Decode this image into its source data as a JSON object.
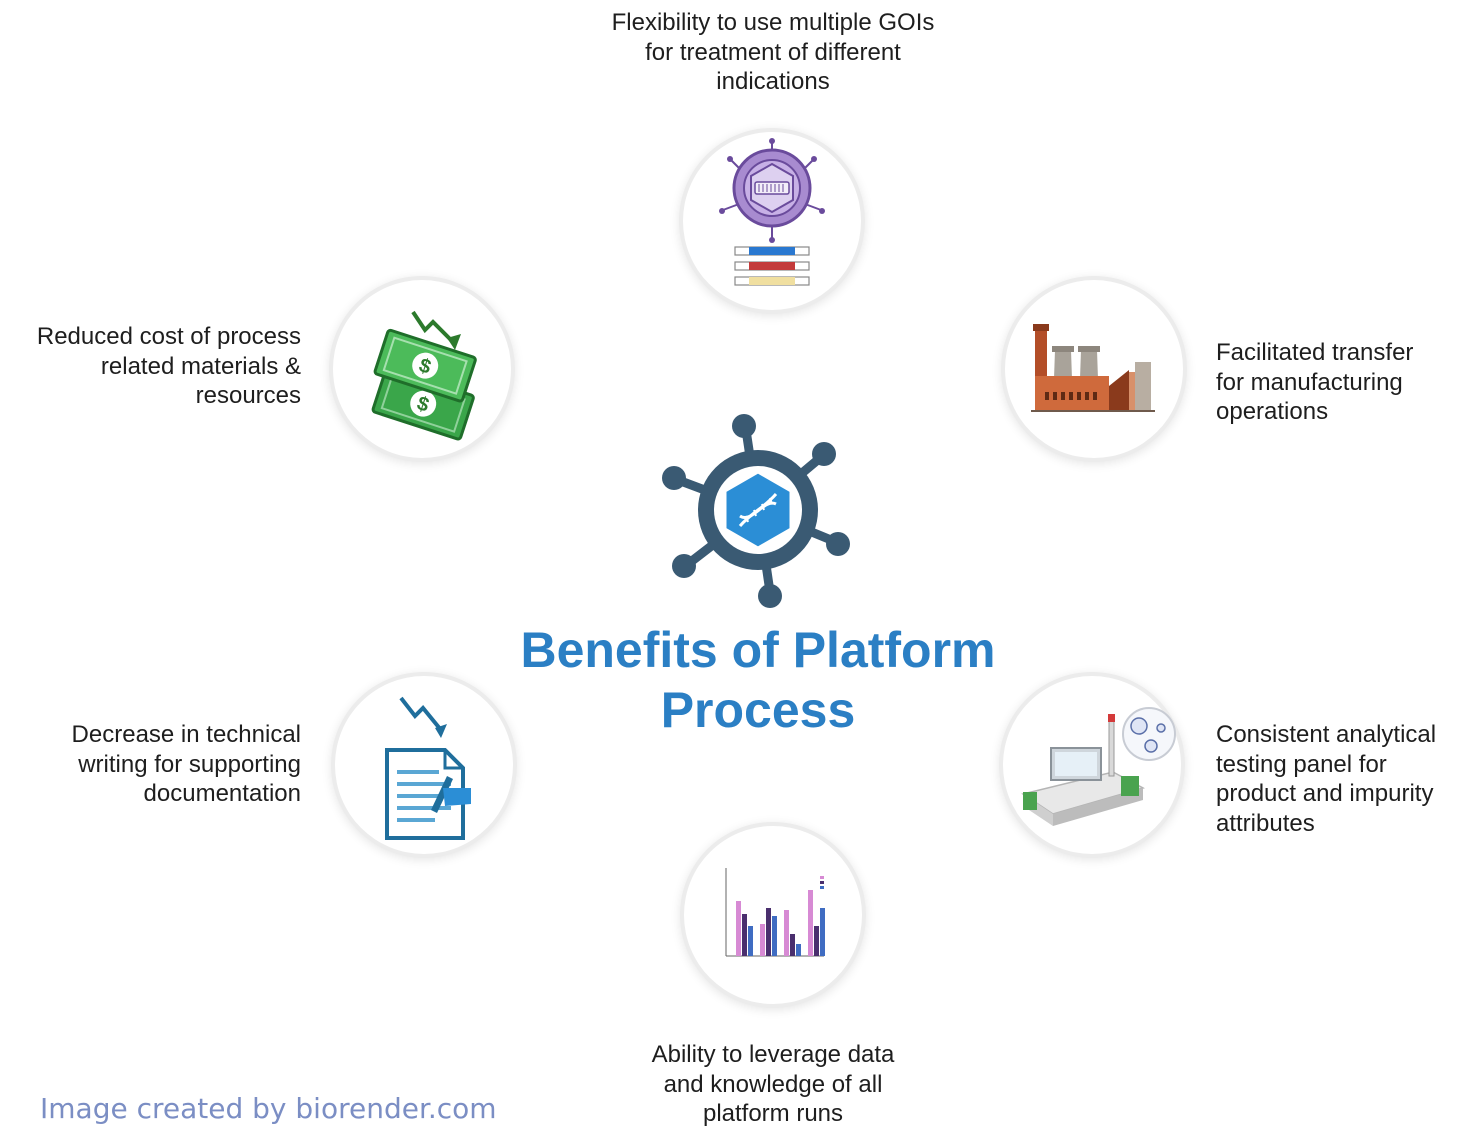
{
  "title": {
    "lines": [
      "Benefits of Platform",
      "Process"
    ],
    "color": "#2b7fc4"
  },
  "benefits": [
    {
      "id": "top",
      "icon": "virus-gene-constructs-icon",
      "lines": [
        "Flexibility to use multiple GOIs",
        "for treatment of different",
        "indications"
      ]
    },
    {
      "id": "upper-right",
      "icon": "factory-icon",
      "lines": [
        "Facilitated transfer",
        "for manufacturing",
        "operations"
      ]
    },
    {
      "id": "lower-right",
      "icon": "analytical-instrument-icon",
      "lines": [
        "Consistent analytical",
        "testing panel for",
        "product and impurity",
        "attributes"
      ]
    },
    {
      "id": "bottom",
      "icon": "bar-chart-icon",
      "lines": [
        "Ability to leverage data",
        "and knowledge of all",
        "platform runs"
      ]
    },
    {
      "id": "lower-left",
      "icon": "document-writing-decrease-icon",
      "lines": [
        "Decrease in technical",
        "writing for supporting",
        "documentation"
      ]
    },
    {
      "id": "upper-left",
      "icon": "money-decrease-icon",
      "lines": [
        "Reduced cost of process",
        "related materials &",
        "resources"
      ]
    }
  ],
  "center_icon": "viral-vector-icon",
  "colors": {
    "accent": "#2b7fc4",
    "virus_dark": "#3a5a73",
    "money_green": "#3aa64a",
    "doc_blue": "#1f6e9c"
  },
  "credit": "Image created by biorender.com"
}
